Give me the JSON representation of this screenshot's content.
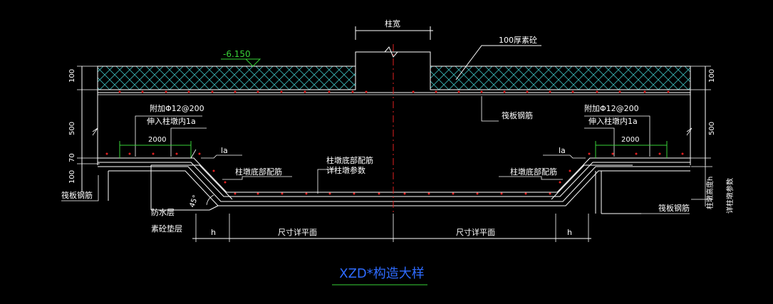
{
  "drawing": {
    "title": "XZD*构造大样",
    "labels": {
      "column_width": "柱宽",
      "top_cushion": "100厚素砼",
      "elevation": "-6.150",
      "extra_bar_left": "附加Φ12@200",
      "anchor_left": "伸入柱墩内1a",
      "extra_bar_right": "附加Φ12@200",
      "anchor_right": "伸入柱墩内1a",
      "raft_rebar_top": "筏板钢筋",
      "raft_rebar_left": "筏板钢筋",
      "raft_rebar_right": "筏板钢筋",
      "pier_bottom_rebar_center": "柱墩底部配筋",
      "pier_detail_ref": "详柱墩参数",
      "pier_bottom_left": "柱墩底部配筋",
      "pier_bottom_right": "柱墩底部配筋",
      "waterproof": "防水层",
      "plain_concrete": "素砼垫层",
      "size_left": "尺寸详平面",
      "size_right": "尺寸详平面",
      "h_left": "h",
      "h_right": "h",
      "la_left": "la",
      "la_right": "la",
      "len_left": "2000",
      "len_right": "2000",
      "angle": "45°",
      "pier_height": "柱墩高度h",
      "pier_param": "详柱墩参数"
    },
    "dims_left": [
      "100",
      "500",
      "70",
      "100"
    ],
    "dims_right": [
      "100",
      "500"
    ]
  }
}
